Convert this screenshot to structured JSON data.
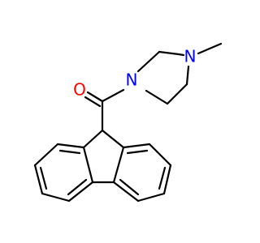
{
  "molecule": {
    "atoms": {
      "oxygen": {
        "label": "O"
      },
      "n_amide": {
        "label": "N"
      },
      "n_methyl": {
        "label": "N"
      }
    }
  },
  "colors": {
    "oxygen": "#ff0000",
    "nitrogen": "#0000ff",
    "bond": "#000000",
    "background": "#ffffff"
  }
}
